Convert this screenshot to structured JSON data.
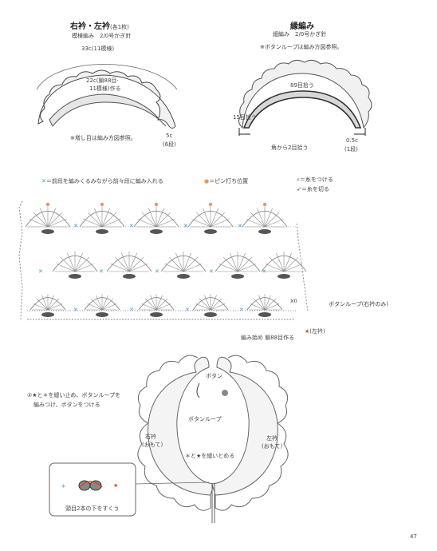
{
  "collar": {
    "title": "右衿・左衿",
    "title_note": "(各1枚)",
    "subtitle": "模様編み　2/0号かぎ針",
    "top_width": "33c(11模様)",
    "inner_label_1": "22c(鎖88目·",
    "inner_label_2": "11模様)作る",
    "side_label": "5c",
    "side_label_2": "(6段)",
    "note": "※増し目は編み方図参照。"
  },
  "edging": {
    "title": "縁編み",
    "subtitle": "細編み　2/0号かぎ針",
    "note": "※ボタンループは編み方図参照。",
    "pick_center": "89目拾う",
    "pick_left": "15目拾う",
    "pick_corner": "角から2目拾う",
    "depth": "0.5c",
    "depth_2": "(1段)"
  },
  "legend": {
    "cross_text": "＝前段を編みくるみながら前々段に編み入れる",
    "pin_text": "＝ピン打ち位置",
    "attach_text": "＝糸をつける",
    "cut_text": "＝糸を切る"
  },
  "chart_labels": {
    "button_loop": "ボタンループ(右衿のみ)",
    "start": "編み始め 鎖88目作る",
    "left_collar_mark": "(左衿)",
    "x0": "X0"
  },
  "assembly": {
    "instruction_1": "②★と＊を縫い止め、ボタンループを",
    "instruction_2": "編みつけ、ボタンをつける",
    "button": "ボタン",
    "button_loop": "ボタンループ",
    "right_collar": "右衿",
    "right_collar_2": "(おもて)",
    "left_collar": "左衿",
    "left_collar_2": "(おもて)",
    "sew": "＊と★を縫いとめる",
    "stitch_note": "頭目2本の下をすくう"
  },
  "page_number": "47",
  "colors": {
    "cross": "#3a9ad9",
    "pin": "#e8946a",
    "star": "#d9432a",
    "fill": "#f1f1f1"
  }
}
